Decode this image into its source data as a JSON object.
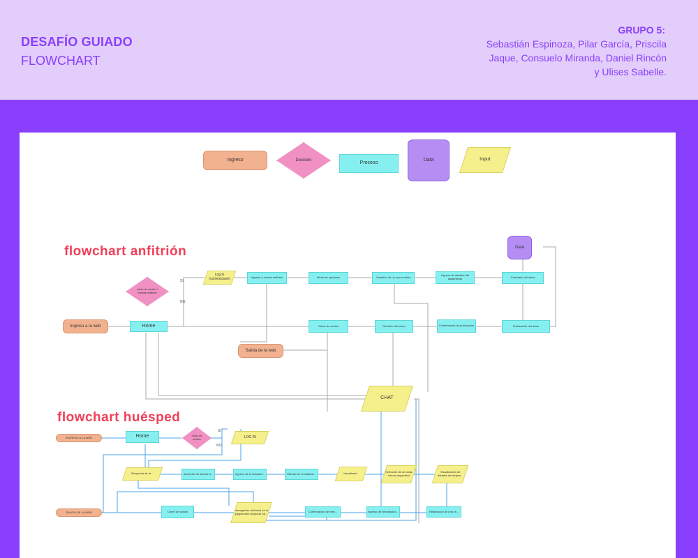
{
  "header": {
    "title": "DESAFÍO GUIADO",
    "subtitle": "FLOWCHART",
    "group_label": "GRUPO 5:",
    "members": "Sebastián Espinoza, Pilar García, Priscila Jaque, Consuelo Miranda, Daniel Rincón y Ulises Sabelle."
  },
  "legend": {
    "ingreso": "Ingreso",
    "decision": "Decisión",
    "proceso": "Proceso",
    "data": "Data",
    "input": "Input"
  },
  "anfitrion": {
    "title": "flowchart anfitrión",
    "ingreso_web": "Ingreso a la web",
    "home": "Home",
    "decision_sesion": "Inicio de sesión / cuenta anfitrión",
    "si": "SI",
    "no": "NO",
    "login": "Log in (correo/clave)",
    "ingreso_cuenta": "Ingreso a cuenta anfitrión",
    "menu_opciones": "Menú de opciones",
    "creacion_aviso": "Creación de un nuevo aviso",
    "ingreso_detalles": "Ingreso de detalles del alojamiento",
    "guardado": "Guardado del aviso",
    "data": "Data",
    "publicacion": "Publicación del aviso",
    "confirmacion": "Confirmación de publicación",
    "revision": "Revisión del aviso",
    "cierre": "Cierre de sesión",
    "salida": "Salida de la web",
    "chat": "CHAT"
  },
  "huesped": {
    "title": "flowchart huésped",
    "ingreso_web": "INGRESO A LA WEB",
    "home": "Home",
    "decision": "Inicio de sesión",
    "si": "SI",
    "no": "NO",
    "login": "LOG IN",
    "busqueda": "Búsqueda de al...",
    "seleccion_fechas": "Selección de fechas d...",
    "ingreso_ubicacion": "Ingreso de la ubicació...",
    "filtrado": "Filtrado de resultados...",
    "visualizacion": "Visualizaci...",
    "seleccion_aloj": "Selección de un aloja- miento específico",
    "visualizacion_detalles": "Visualización de detalles del alojam...",
    "salida": "SALIDA DE LA WEB",
    "cierre": "Cierre de sesión",
    "navegacion": "Navegación adicional en la página web (explorar otr...",
    "confirmacion": "Confirmación de rese...",
    "ingreso_info": "Ingreso de información...",
    "realizacion": "Realización de una re..."
  },
  "colors": {
    "purple": "#8a3ffc",
    "lavender": "#e2cdfb",
    "ingreso": "#f2b28f",
    "decision": "#f190c3",
    "proceso": "#86f0f0",
    "data": "#b58df3",
    "input": "#f6f08c",
    "title_red": "#f0405a"
  }
}
